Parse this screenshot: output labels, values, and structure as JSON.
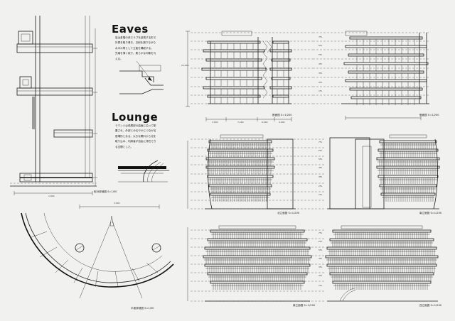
{
  "eaves": {
    "title": "Eaves",
    "text": "庇は各階の床スラブを延長する形で\n外周を取り巻き、日射を遮りながら\n水平の帯として立面を構成する。\n先端を薄く絞り、柔らかな印象を与\nえる。"
  },
  "lounge": {
    "title": "Lounge",
    "text": "ラウンジは低層部の曲面に沿って配\n置され、外部とゆるやかにつながる\n居場所となる。大きな開口から光を\n取り込み、利用者が自由に滞在でき\nる空間とした。"
  },
  "captions": {
    "section_detail": "矩計詳細図 S=1/50",
    "plan_detail": "平面詳細図 S=1/50",
    "section_a": "断面図 S=1/200",
    "section_b": "断面図 S=1/200",
    "elev_north": "北立面図 S=1/200",
    "elev_south": "南立面図 S=1/200",
    "elev_east": "東立面図 S=1/200",
    "elev_west": "西立面図 S=1/200"
  },
  "floor_labels": [
    "7FL",
    "6FL",
    "5FL",
    "4FL",
    "3FL",
    "2FL",
    "1FL"
  ],
  "dims": {
    "detail_width": "1,800",
    "plan_span": "3,000",
    "sec_a_bottom": [
      "3,000",
      "7,200",
      "6,000",
      "3,000"
    ],
    "sec_a_height": "24,000"
  }
}
